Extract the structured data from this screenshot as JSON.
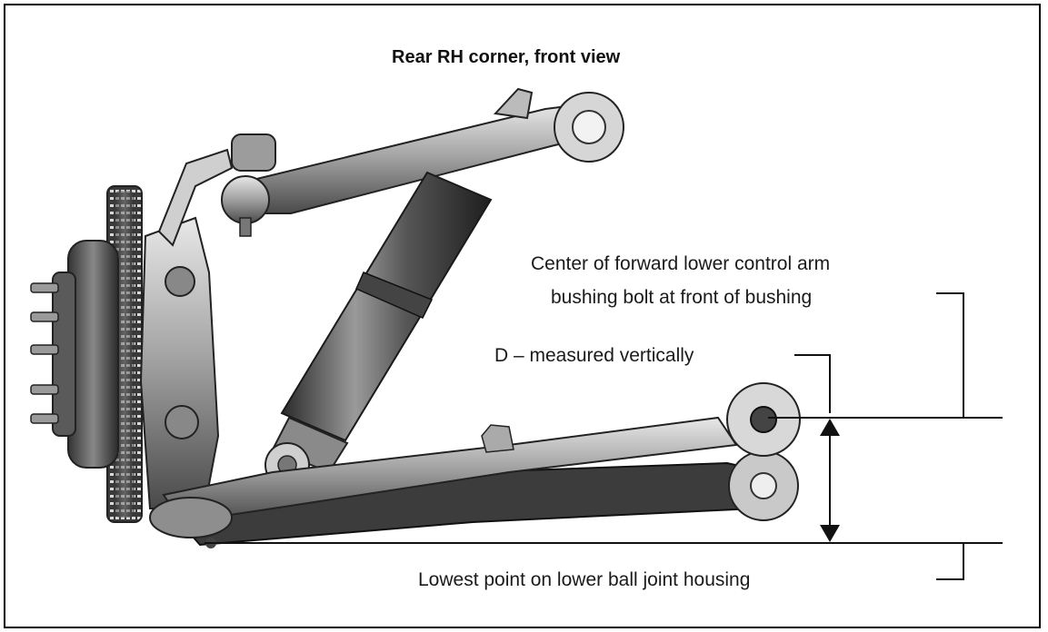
{
  "diagram": {
    "title": "Rear RH corner, front view",
    "callouts": {
      "bushing_line1": "Center of forward lower control arm",
      "bushing_line2": "bushing bolt at front of bushing",
      "measurement": "D – measured vertically",
      "ball_joint": "Lowest point on lower ball joint housing"
    }
  }
}
